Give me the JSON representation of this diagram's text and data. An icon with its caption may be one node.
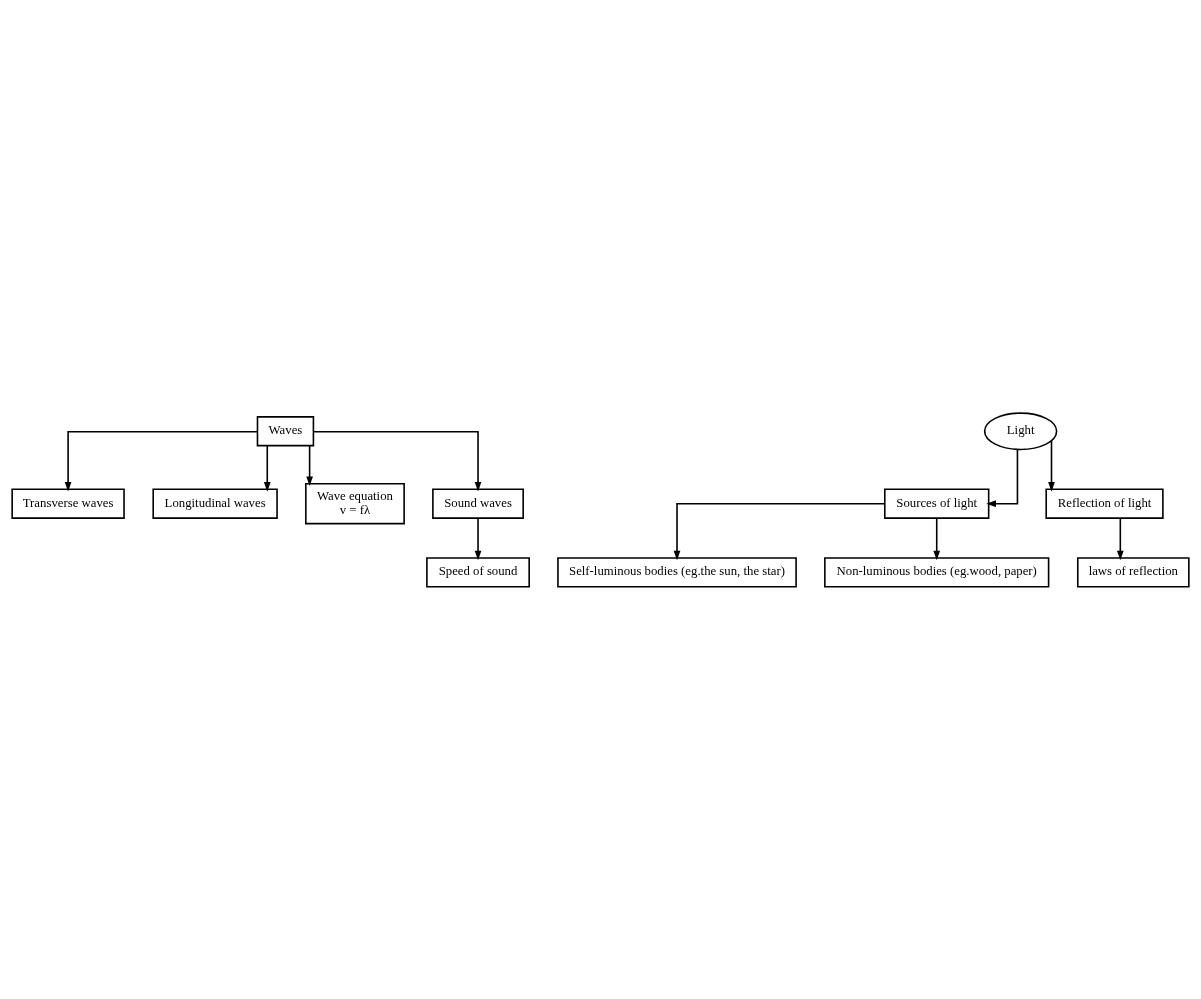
{
  "diagram": {
    "nodes": [
      {
        "text": [
          "Waves"
        ]
      },
      {
        "text": [
          "Transverse waves"
        ]
      },
      {
        "text": [
          "Longitudinal waves"
        ]
      },
      {
        "text": [
          "Wave equation",
          "v = fλ"
        ]
      },
      {
        "text": [
          "Sound waves"
        ]
      },
      {
        "text": [
          "Speed of sound"
        ]
      },
      {
        "text": [
          "Light"
        ]
      },
      {
        "text": [
          "Sources of light"
        ]
      },
      {
        "text": [
          "Reflection of light"
        ]
      },
      {
        "text": [
          "laws of reflection"
        ]
      },
      {
        "text": [
          "Self-luminous bodies (eg.the sun, the star)"
        ]
      },
      {
        "text": [
          "Non-luminous bodies (eg.wood, paper)"
        ]
      }
    ],
    "edges": [
      {
        "from": 0,
        "to": 1,
        "arrow": "to"
      },
      {
        "from": 0,
        "to": 2,
        "arrow": "to"
      },
      {
        "from": 0,
        "to": 3,
        "arrow": "to"
      },
      {
        "from": 0,
        "to": 4,
        "arrow": "to"
      },
      {
        "from": 4,
        "to": 5,
        "arrow": "to"
      },
      {
        "from": 6,
        "to": 7,
        "arrow": "to"
      },
      {
        "from": 6,
        "to": 8,
        "arrow": "to"
      },
      {
        "from": 8,
        "to": 9,
        "arrow": "to"
      },
      {
        "from": 7,
        "to": 10,
        "arrow": "to"
      },
      {
        "from": 7,
        "to": 11,
        "arrow": "to"
      }
    ]
  }
}
